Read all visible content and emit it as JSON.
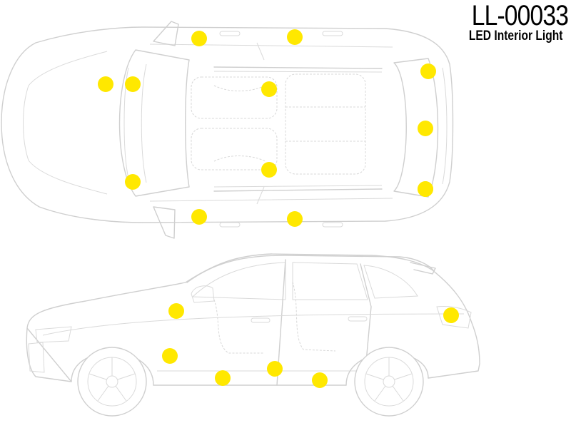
{
  "header": {
    "code": "LL-00033",
    "subtitle": "LED Interior Light"
  },
  "colors": {
    "marker": "#ffe800",
    "outline": "#cfcfcf",
    "background": "#ffffff"
  },
  "markers": {
    "top_view": [
      {
        "name": "mirror-reading-light-left"
      },
      {
        "name": "mirror-reading-light-right"
      },
      {
        "name": "front-dome-light"
      },
      {
        "name": "glovebox-light"
      },
      {
        "name": "front-door-light-left"
      },
      {
        "name": "rear-door-light-left"
      },
      {
        "name": "front-door-light-right"
      },
      {
        "name": "rear-door-light-right"
      },
      {
        "name": "center-dome-light"
      },
      {
        "name": "rear-dome-light"
      },
      {
        "name": "trunk-light-left"
      },
      {
        "name": "trunk-light-center"
      },
      {
        "name": "trunk-light-right"
      }
    ],
    "side_view": [
      {
        "name": "front-footwell-light"
      },
      {
        "name": "front-door-lower-light"
      },
      {
        "name": "front-door-sill-light"
      },
      {
        "name": "rear-door-sill-light-front"
      },
      {
        "name": "rear-door-sill-light-rear"
      },
      {
        "name": "tailgate-light"
      }
    ]
  }
}
